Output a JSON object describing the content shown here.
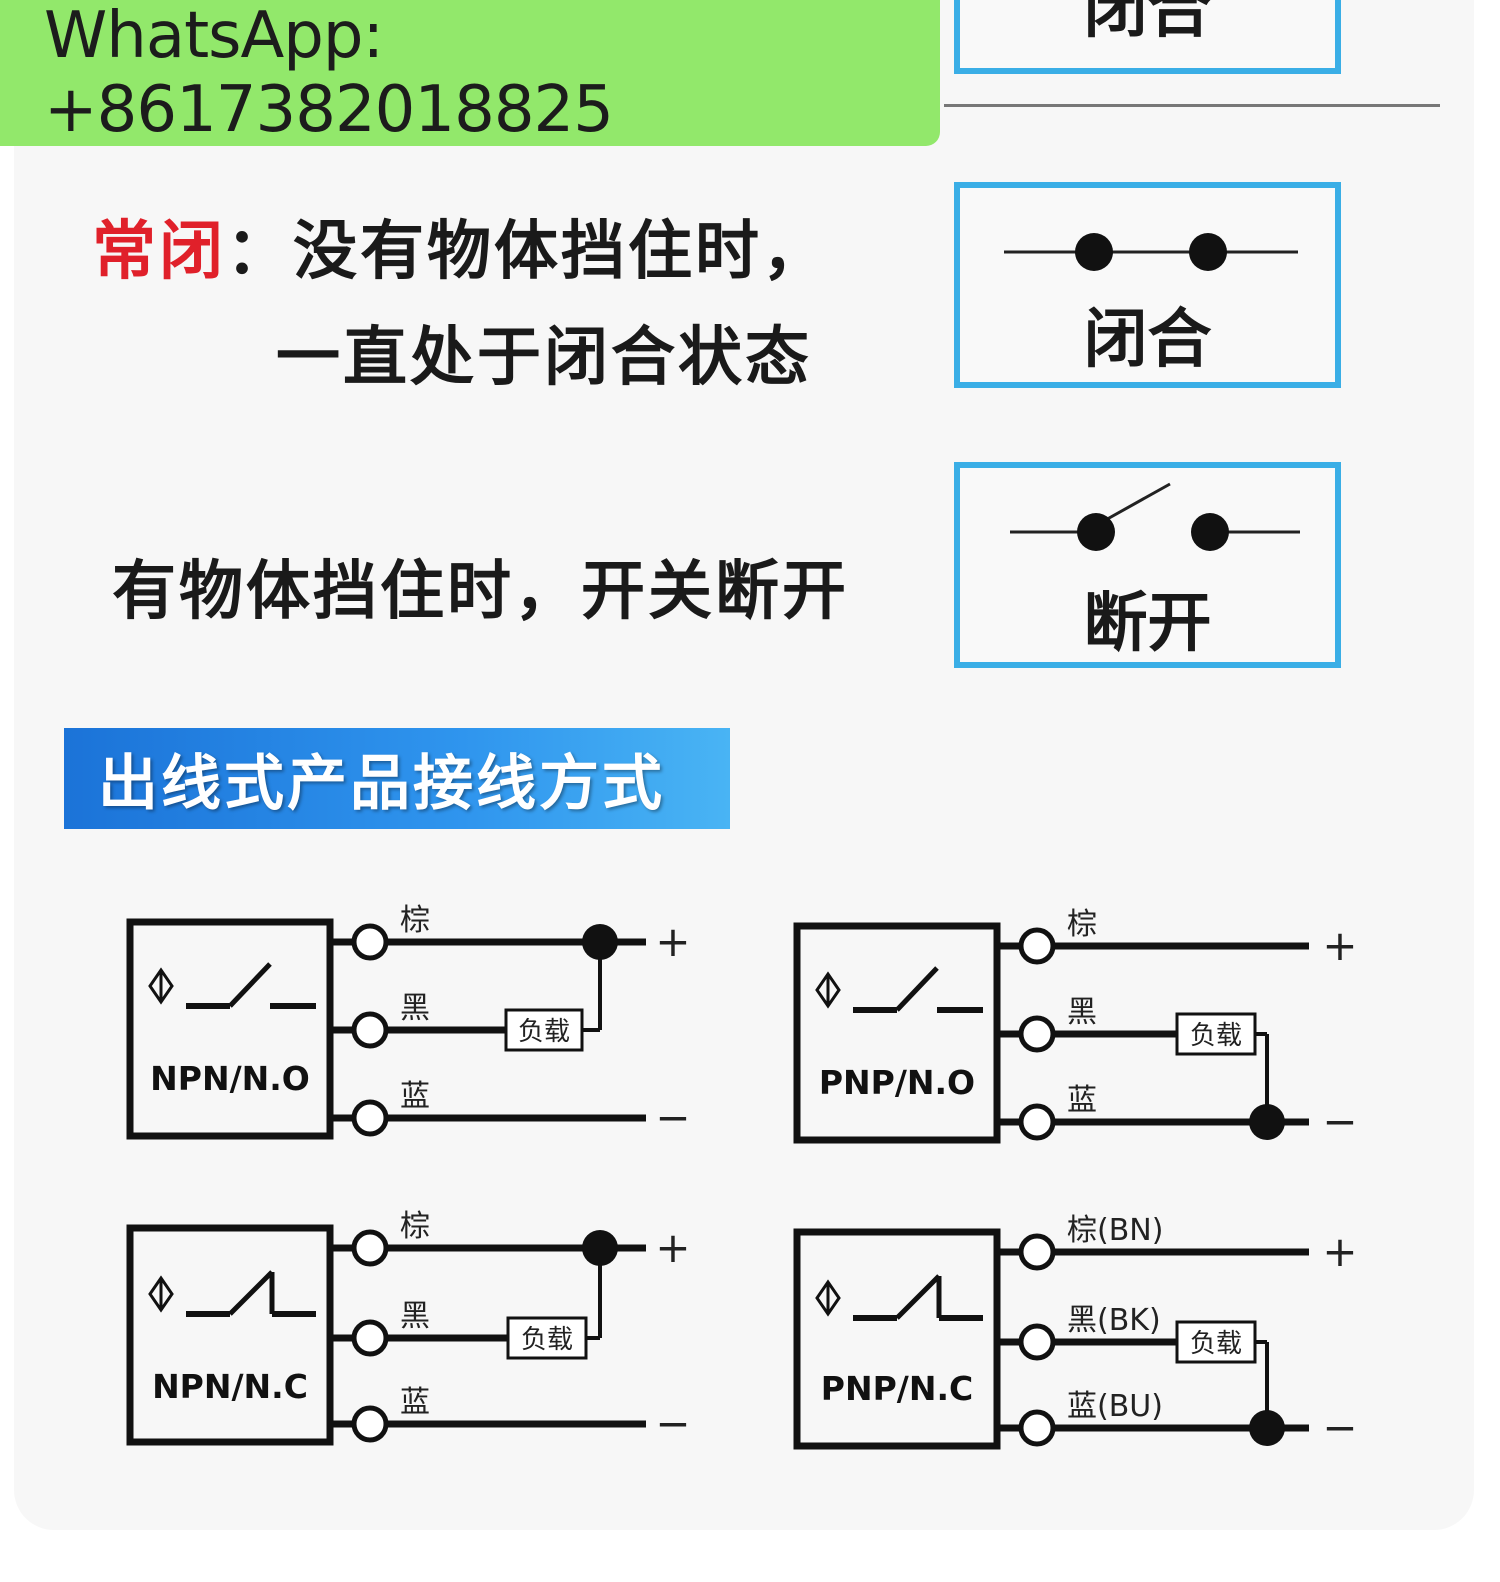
{
  "whatsapp": {
    "text": "WhatsApp: +8617382018825"
  },
  "top_state": {
    "label": "闭合"
  },
  "nc_section": {
    "heading": "常闭",
    "colon": "：",
    "line1": "没有物体挡住时，",
    "line2": "一直处于闭合状态",
    "closed_label": "闭合",
    "blocked_text": "有物体挡住时，开关断开",
    "open_label": "断开"
  },
  "wiring": {
    "title": "出线式产品接线方式",
    "diagrams": [
      {
        "model": "NPN/N.O",
        "wires": [
          "棕",
          "黑",
          "蓝"
        ],
        "load": "负载",
        "plus": "+",
        "minus": "−"
      },
      {
        "model": "PNP/N.O",
        "wires": [
          "棕",
          "黑",
          "蓝"
        ],
        "load": "负载",
        "plus": "+",
        "minus": "−"
      },
      {
        "model": "NPN/N.C",
        "wires": [
          "棕",
          "黑",
          "蓝"
        ],
        "load": "负载",
        "plus": "+",
        "minus": "−"
      },
      {
        "model": "PNP/N.C",
        "wires": [
          "棕(BN)",
          "黑(BK)",
          "蓝(BU)"
        ],
        "load": "负载",
        "plus": "+",
        "minus": "−"
      }
    ]
  },
  "colors": {
    "accent_red": "#e0202a",
    "box_border": "#3aaee6",
    "whatsapp_bg": "#92e86b",
    "banner_blue": "#1b73d8"
  }
}
